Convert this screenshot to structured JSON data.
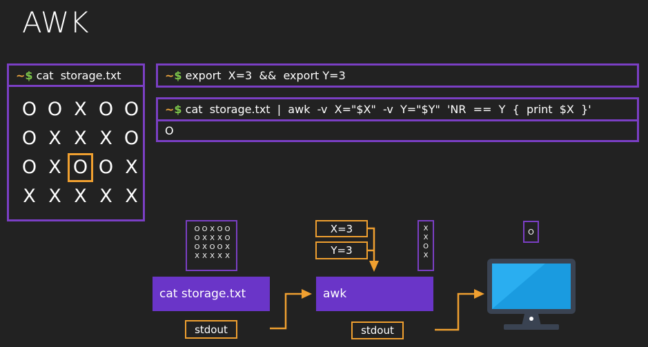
{
  "title": "AWK",
  "prompt": {
    "tilde": "~",
    "dollar": "$"
  },
  "file_panel": {
    "command": "cat  storage.txt",
    "grid": [
      [
        "O",
        "O",
        "X",
        "O",
        "O"
      ],
      [
        "O",
        "X",
        "X",
        "X",
        "O"
      ],
      [
        "O",
        "X",
        "O",
        "O",
        "X"
      ],
      [
        "X",
        "X",
        "X",
        "X",
        "X"
      ]
    ],
    "highlight": {
      "row": 2,
      "col": 2
    }
  },
  "export_panel": {
    "command": "export  X=3  &&  export Y=3"
  },
  "awk_panel": {
    "command": "cat  storage.txt  |  awk  -v  X=\"$X\"  -v  Y=\"$Y\"  'NR  ==  Y  {  print  $X  }'",
    "output": "O"
  },
  "diagram": {
    "cat_box": "cat  storage.txt",
    "awk_box": "awk",
    "stdout_left": "stdout",
    "stdout_right": "stdout",
    "var_x": "X=3",
    "var_y": "Y=3",
    "mini_grid": [
      [
        "O",
        "O",
        "X",
        "O",
        "O"
      ],
      [
        "O",
        "X",
        "X",
        "X",
        "O"
      ],
      [
        "O",
        "X",
        "O",
        "O",
        "X"
      ],
      [
        "X",
        "X",
        "X",
        "X",
        "X"
      ]
    ],
    "column_values": [
      "X",
      "X",
      "O",
      "X"
    ],
    "result": "O",
    "colors": {
      "purple": "#6a35c8",
      "border_purple": "#7b3fc5",
      "orange": "#f0a030",
      "monitor_blue": "#1a9be0"
    }
  }
}
